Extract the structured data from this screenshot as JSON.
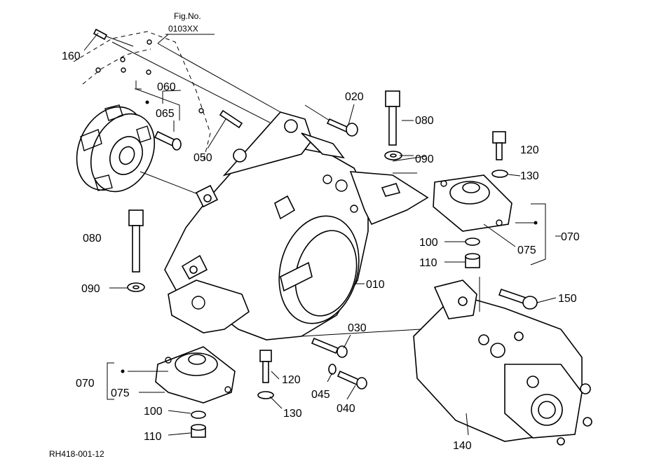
{
  "figure": {
    "fig_no_label": "Fig.No.",
    "fig_no_value": "0103XX",
    "drawing_code": "RH418-001-12"
  },
  "callouts": {
    "c160": "160",
    "c060": "060",
    "c065": "065",
    "c050": "050",
    "c020": "020",
    "c080_top": "080",
    "c090_top": "090",
    "c120_top": "120",
    "c130_top": "130",
    "c070_right": "070",
    "c075_right": "075",
    "c100_right": "100",
    "c110_right": "110",
    "c080_left": "080",
    "c090_left": "090",
    "c010": "010",
    "c150": "150",
    "c030": "030",
    "c045": "045",
    "c040": "040",
    "c120_bottom": "120",
    "c130_bottom": "130",
    "c070_left": "070",
    "c075_left": "075",
    "c100_bottom": "100",
    "c110_bottom": "110",
    "c140": "140"
  }
}
